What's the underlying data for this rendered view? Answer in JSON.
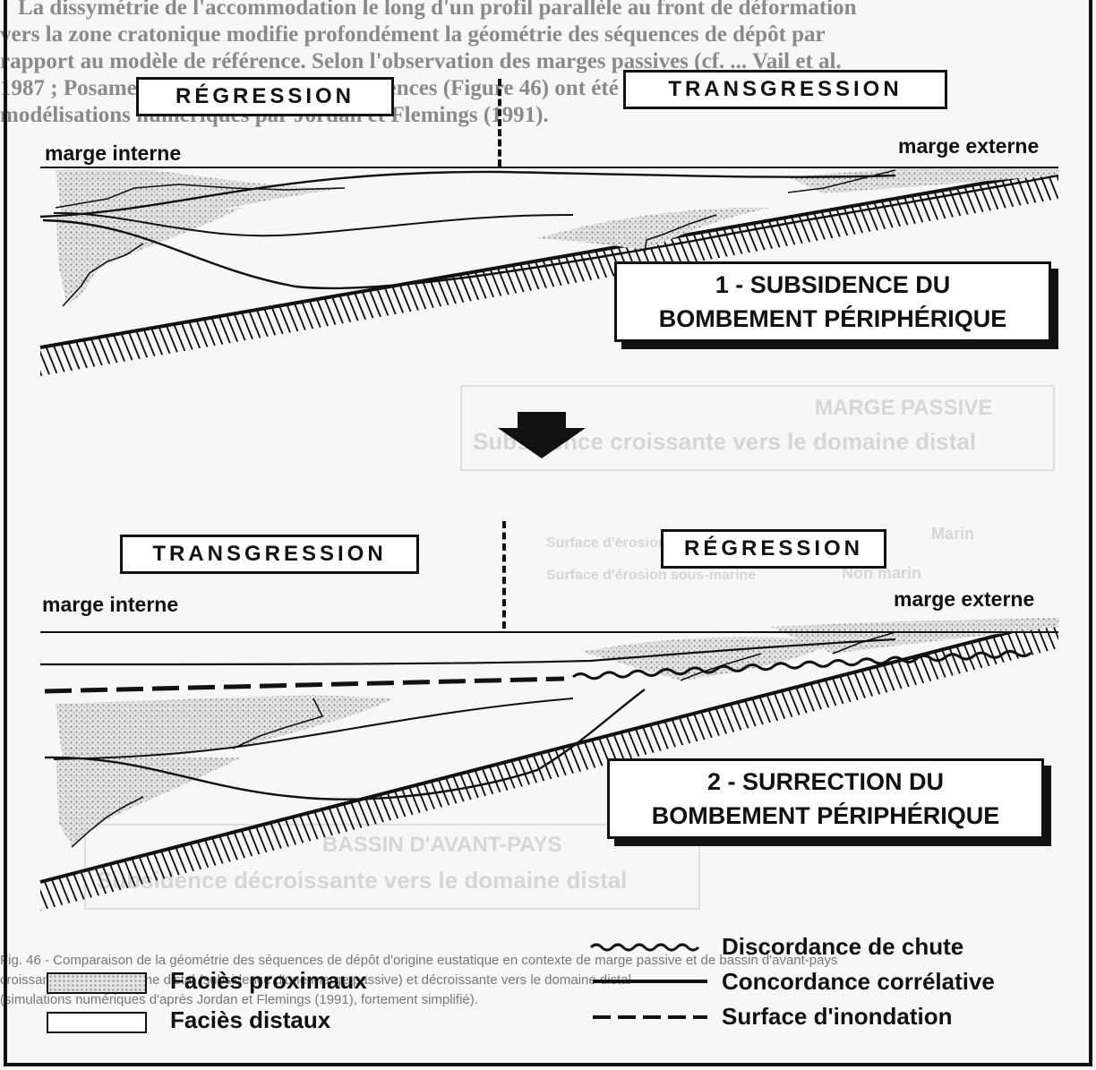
{
  "background_text": {
    "top_lines": [
      "La dissymétrie de l'accommodation le long d'un profil parallèle au front de déformation",
      "vers la zone cratonique modifie profondément la géométrie des séquences de dépôt par",
      "rapport au modèle de référence. Selon l'observation des marges passives (cf. ... Vail et al.",
      "1987 ; Posamentier et al. 1988), les différences (Figure 46) ont été modélisées sur la base de",
      "modélisations numériques par Jordan et Flemings (1991)."
    ],
    "show_through": {
      "passive_title": "MARGE PASSIVE",
      "passive_sub": "Subsidence croissante vers le domaine distal",
      "legend_marin": "Marin",
      "legend_non_marin": "Non marin",
      "legend_erosion_1": "Surface d'érosion subaérienne",
      "legend_erosion_2": "Surface d'érosion sous-marine",
      "foreland_title": "BASSIN D'AVANT-PAYS",
      "foreland_sub": "Subsidence décroissante vers le domaine distal"
    },
    "bottom_lines": [
      "Fig. 46 - Comparaison de la géométrie des séquences de dépôt d'origine eustatique en contexte de marge passive et de bassin d'avant-pays",
      "croissante vers le domaine distal (subsidence d'une marge passive) et décroissante vers le domaine distal",
      "(simulations numériques d'après Jordan et Flemings (1991), fortement simplifié)."
    ]
  },
  "panel1": {
    "left_tag": "RÉGRESSION",
    "right_tag": "TRANSGRESSION",
    "margin_internal": "marge interne",
    "margin_external": "marge externe",
    "title_line1": "1 - SUBSIDENCE DU",
    "title_line2": "BOMBEMENT PÉRIPHÉRIQUE"
  },
  "panel2": {
    "left_tag": "TRANSGRESSION",
    "right_tag": "RÉGRESSION",
    "margin_internal": "marge interne",
    "margin_external": "marge externe",
    "title_line1": "2 - SURRECTION DU",
    "title_line2": "BOMBEMENT PÉRIPHÉRIQUE"
  },
  "legend": {
    "proximal": "Faciès proximaux",
    "distal": "Faciès distaux",
    "unconformity": "Discordance de chute",
    "correlative": "Concordance corrélative",
    "flooding": "Surface d'inondation"
  },
  "colors": {
    "ink": "#111111",
    "stipple": "#9a9a9a",
    "paper": "#f7f7f5"
  }
}
